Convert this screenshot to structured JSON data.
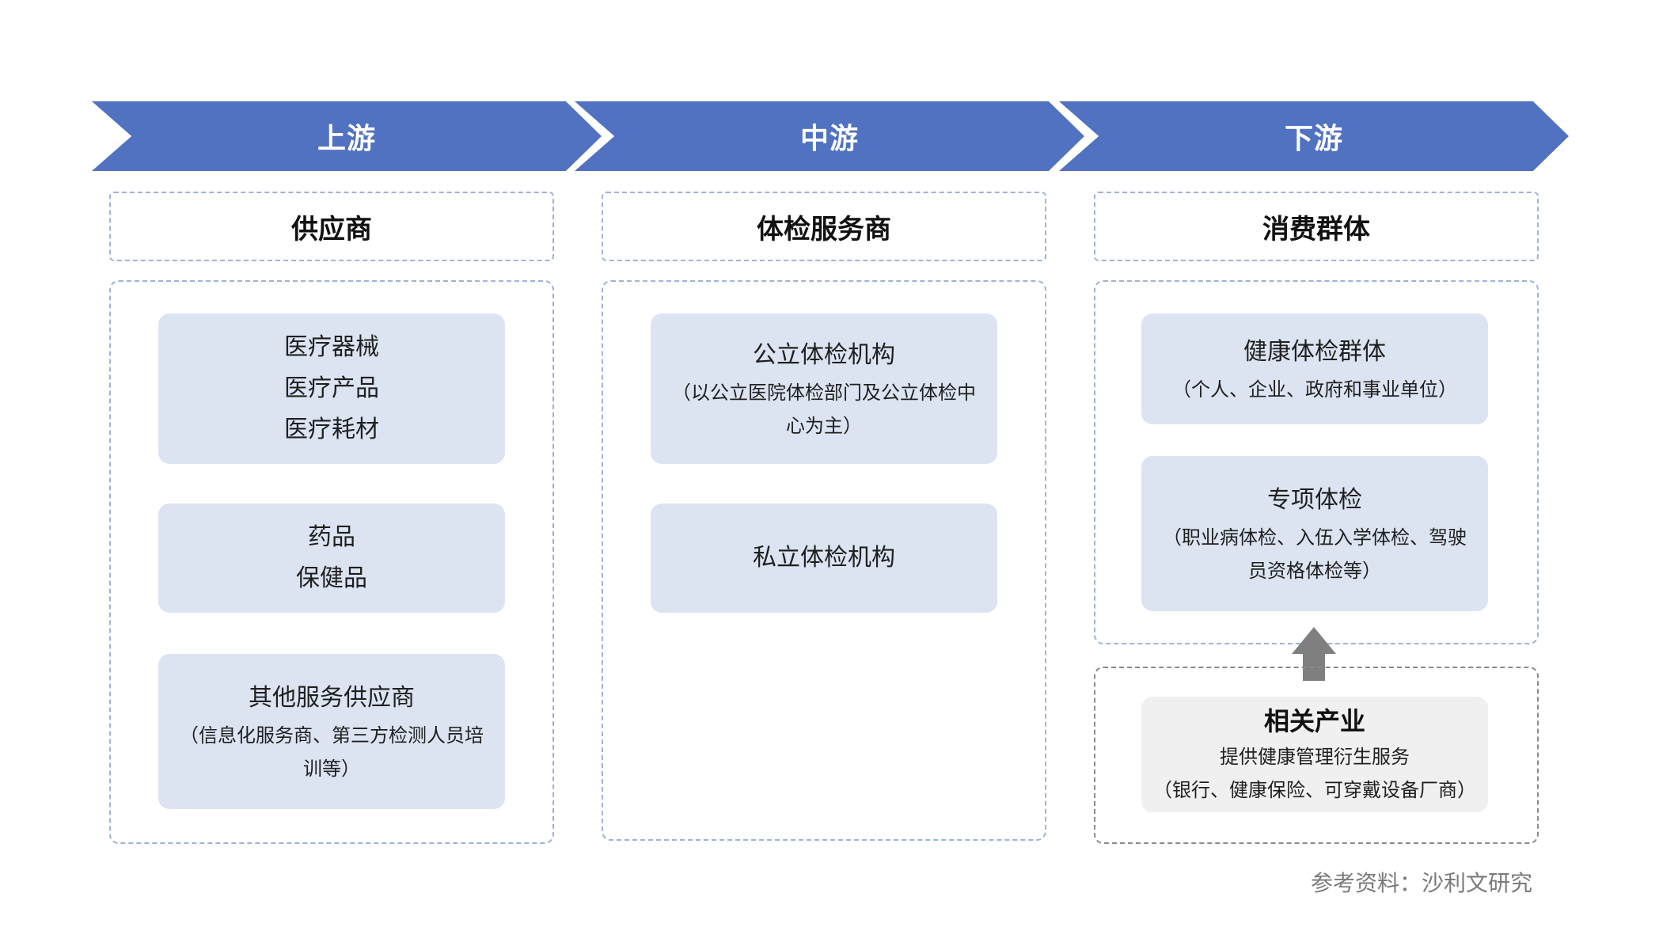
{
  "stages": [
    {
      "label": "上游"
    },
    {
      "label": "中游"
    },
    {
      "label": "下游"
    }
  ],
  "headers": [
    "供应商",
    "体检服务商",
    "消费群体"
  ],
  "upstream": {
    "cards": [
      {
        "lines": [
          "医疗器械",
          "医疗产品",
          "医疗耗材"
        ]
      },
      {
        "lines": [
          "药品",
          "保健品"
        ]
      },
      {
        "title": "其他服务供应商",
        "sub": [
          "（信息化服务商、第三方检测人员培",
          "训等）"
        ]
      }
    ]
  },
  "midstream": {
    "cards": [
      {
        "title": "公立体检机构",
        "sub": [
          "（以公立医院体检部门及公立体检中",
          "心为主）"
        ]
      },
      {
        "title": "私立体检机构"
      }
    ]
  },
  "downstream": {
    "cards": [
      {
        "title": "健康体检群体",
        "sub": [
          "（个人、企业、政府和事业单位）"
        ]
      },
      {
        "title": "专项体检",
        "sub": [
          "（职业病体检、入伍入学体检、驾驶",
          "员资格体检等）"
        ]
      }
    ],
    "related": {
      "title": "相关产业",
      "lines": [
        "提供健康管理衍生服务",
        "（银行、健康保险、可穿戴设备厂商）"
      ]
    }
  },
  "source": "参考资料：沙利文研究",
  "colors": {
    "banner": "#5072c0",
    "card": "#dce4f2",
    "border": "#9db3dc",
    "arrow": "#7f7f7f"
  }
}
